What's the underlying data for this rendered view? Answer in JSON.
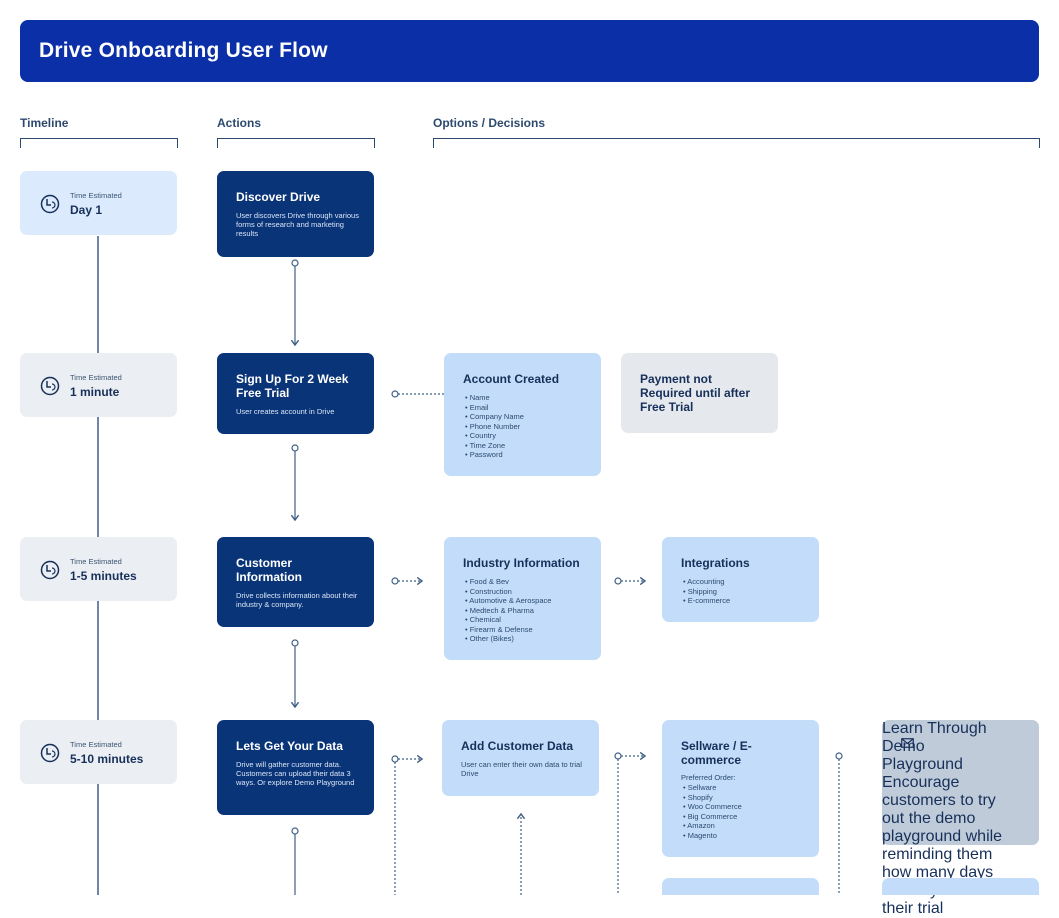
{
  "header": {
    "title": "Drive Onboarding User Flow"
  },
  "columns": {
    "timeline": "Timeline",
    "actions": "Actions",
    "options": "Options / Decisions"
  },
  "timeline": [
    {
      "label": "Time Estimated",
      "value": "Day 1"
    },
    {
      "label": "Time Estimated",
      "value": "1 minute"
    },
    {
      "label": "Time Estimated",
      "value": "1-5 minutes"
    },
    {
      "label": "Time Estimated",
      "value": "5-10 minutes"
    }
  ],
  "actions": [
    {
      "title": "Discover Drive",
      "desc": "User discovers Drive through various forms of research and marketing results"
    },
    {
      "title": "Sign Up For 2 Week Free Trial",
      "desc": "User creates account in Drive"
    },
    {
      "title": "Customer Information",
      "desc": "Drive collects information about their industry & company."
    },
    {
      "title": "Lets Get Your Data",
      "desc": "Drive will gather customer data. Customers can upload their data 3 ways. Or explore Demo Playground"
    }
  ],
  "options": {
    "account_created": {
      "title": "Account Created",
      "items": [
        "Name",
        "Email",
        "Company Name",
        "Phone Number",
        "Country",
        "Time Zone",
        "Password"
      ]
    },
    "payment": {
      "title": "Payment not Required until after Free Trial"
    },
    "industry": {
      "title": "Industry Information",
      "items": [
        "Food & Bev",
        "Construction",
        "Automotive & Aerospace",
        "Medtech & Pharma",
        "Chemical",
        "Firearm & Defense",
        "Other (Bikes)"
      ]
    },
    "integrations": {
      "title": "Integrations",
      "items": [
        "Accounting",
        "Shipping",
        "E-commerce"
      ]
    },
    "add_customer_data": {
      "title": "Add Customer Data",
      "desc": "User can enter their own data to trial Drive"
    },
    "sellware": {
      "title": "Sellware / E-commerce",
      "subtitle": "Preferred Order:",
      "items": [
        "Sellware",
        "Shopify",
        "Woo Commerce",
        "Big Commerce",
        "Amazon",
        "Magento"
      ]
    },
    "demo": {
      "title": "Learn Through Demo Playground",
      "desc": "Encourage customers to try out the demo playground while reminding them how many days left they have in their trial",
      "icon": "mail-icon"
    }
  },
  "colors": {
    "header": "#0a2fa6",
    "action": "#0a3478",
    "option": "#c2dcfa",
    "timeline": "#ebeef3",
    "line": "#3f5f86"
  }
}
